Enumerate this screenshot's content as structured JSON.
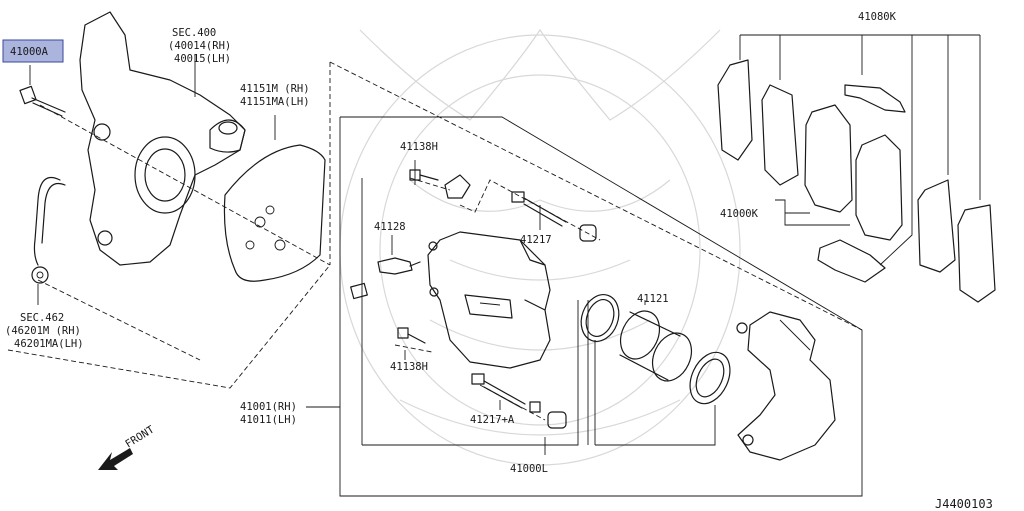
{
  "diagram_id": "J4400103",
  "labels": {
    "p41000A": "41000A",
    "sec400_1": "SEC.400",
    "sec400_2": "(40014(RH)",
    "sec400_3": "40015(LH)",
    "p41151_1": "41151M (RH)",
    "p41151_2": "41151MA(LH)",
    "p41138H_top": "41138H",
    "p41128": "41128",
    "p41217": "41217",
    "p41121": "41121",
    "p41138H_bot": "41138H",
    "p41217A": "41217+A",
    "p41000L": "41000L",
    "p41080K": "41080K",
    "p41000K": "41000K",
    "sec462_1": "SEC.462",
    "sec462_2": "(46201M (RH)",
    "sec462_3": "46201MA(LH)",
    "p41001_1": "41001(RH)",
    "p41011_1": "41011(LH)",
    "front": "FRONT"
  },
  "highlight": {
    "part": "41000A",
    "fill": "#aab4dd",
    "stroke": "#3b4a9a"
  }
}
